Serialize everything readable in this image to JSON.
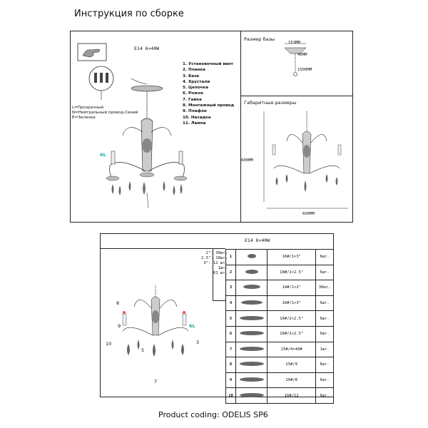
{
  "page": {
    "title": "Инструкция по сборке",
    "footer": "Product coding: ODELIS SP6"
  },
  "assembly": {
    "spec": "E14  6×40W",
    "wiring": [
      "L=Прозрачный",
      "N=Нейтральный провод-Синий",
      "E=Зеленое"
    ],
    "parts": [
      "1.  Установочный винт",
      "2.  Планка",
      "3.  База",
      "4.  Хрустали",
      "5.  Цепочка",
      "6.  Рожок",
      "7.  Гайка",
      "8.  Монтажный провод",
      "9.  Плафон",
      "10.  Насадка",
      "11.  Лампа"
    ],
    "callouts": [
      "6L"
    ]
  },
  "base_size": {
    "heading": "Размер базы",
    "diameter": "153MM",
    "height": "46MM",
    "chain": "1500MM"
  },
  "dimensions": {
    "heading": "Габаритные размеры",
    "height": "600MM",
    "width": "600MM"
  },
  "crystals": {
    "spec": "E14  6×40W",
    "legend": [
      "2\": 30шт.",
      "2.5\": 18шт.",
      "3\": 12 шт.",
      "1шт.",
      "61 шт."
    ],
    "labels": [
      "8",
      "9",
      "10",
      "5",
      "7",
      "6L",
      "3"
    ],
    "rows": [
      {
        "n": "1",
        "size": "16#/1×3\"",
        "qty": "6шт."
      },
      {
        "n": "2",
        "size": "18#/1×2.5\"",
        "qty": "6шт."
      },
      {
        "n": "3",
        "size": "14#/1×2\"",
        "qty": "30шт."
      },
      {
        "n": "4",
        "size": "16#/1×3\"",
        "qty": "6шт."
      },
      {
        "n": "5",
        "size": "16#/2×2.5\"",
        "qty": "6шт."
      },
      {
        "n": "6",
        "size": "16#/2×2.5\"",
        "qty": "6шт."
      },
      {
        "n": "7",
        "size": "25#/4×40#",
        "qty": "1шт."
      },
      {
        "n": "8",
        "size": "25#/9",
        "qty": "6шт."
      },
      {
        "n": "9",
        "size": "16#/8",
        "qty": "6шт."
      },
      {
        "n": "10",
        "size": "16#/12",
        "qty": "6шт."
      }
    ]
  }
}
